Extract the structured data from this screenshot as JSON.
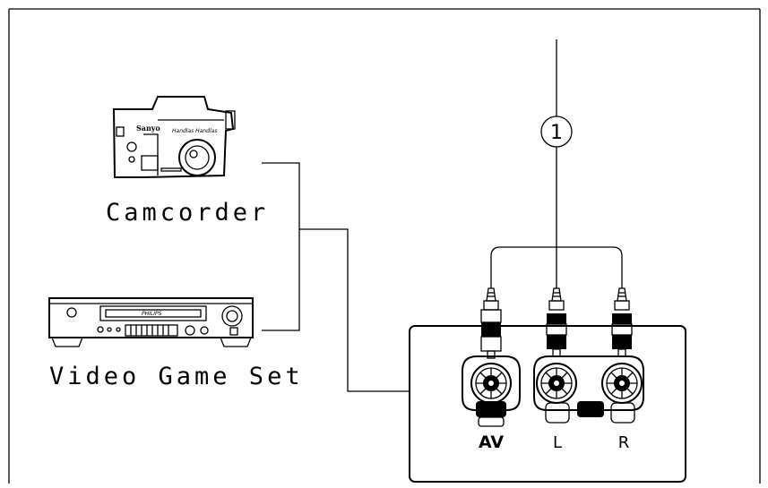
{
  "devices": {
    "camcorder": {
      "label": "Camcorder",
      "brand": "Sanyo",
      "model_text": "Handlas Handlas"
    },
    "game_set": {
      "label": "Video Game Set",
      "brand": "PHILIPS"
    }
  },
  "callout": {
    "number": "1"
  },
  "jacks": {
    "av": {
      "label": "AV"
    },
    "left": {
      "label": "L"
    },
    "right": {
      "label": "R"
    }
  }
}
